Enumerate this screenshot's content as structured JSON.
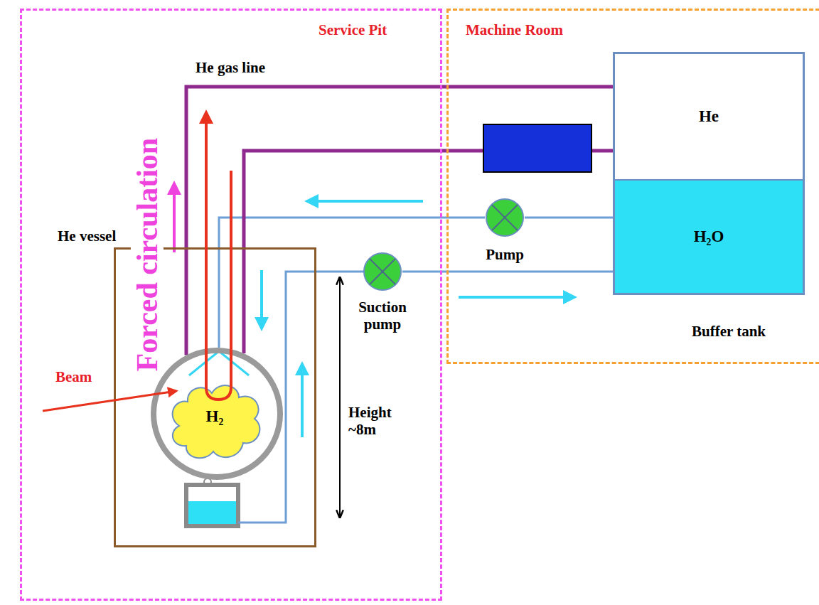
{
  "diagram": {
    "nodes": [
      {
        "text": [
          "Service Pit"
        ]
      },
      {
        "text": [
          "Machine Room"
        ]
      },
      {
        "text": [
          "He vessel"
        ],
        "in": 0
      },
      {
        "text": [
          "H₂"
        ],
        "in": 2
      },
      {
        "text": [
          "Pump"
        ],
        "in": 1
      },
      {
        "text": [
          "Suction pump"
        ],
        "in": 0
      },
      {
        "text": [
          "Buffer tank"
        ],
        "in": 1
      },
      {
        "text": [
          "He"
        ],
        "in": 6
      },
      {
        "text": [
          "H₂O"
        ],
        "in": 6
      }
    ],
    "edges": [
      {
        "from": 8,
        "to": 4,
        "arrow": "none"
      },
      {
        "from": 4,
        "to": 3,
        "arrow": "none"
      },
      {
        "from": 5,
        "to": 8,
        "arrow": "none"
      },
      {
        "from": 7,
        "to": 3,
        "arrow": "none"
      },
      {
        "from": 7,
        "to": 3,
        "arrow": "none"
      }
    ],
    "labels": [
      "He gas line",
      "Forced circulation",
      "Beam",
      "Height ~8m"
    ]
  }
}
